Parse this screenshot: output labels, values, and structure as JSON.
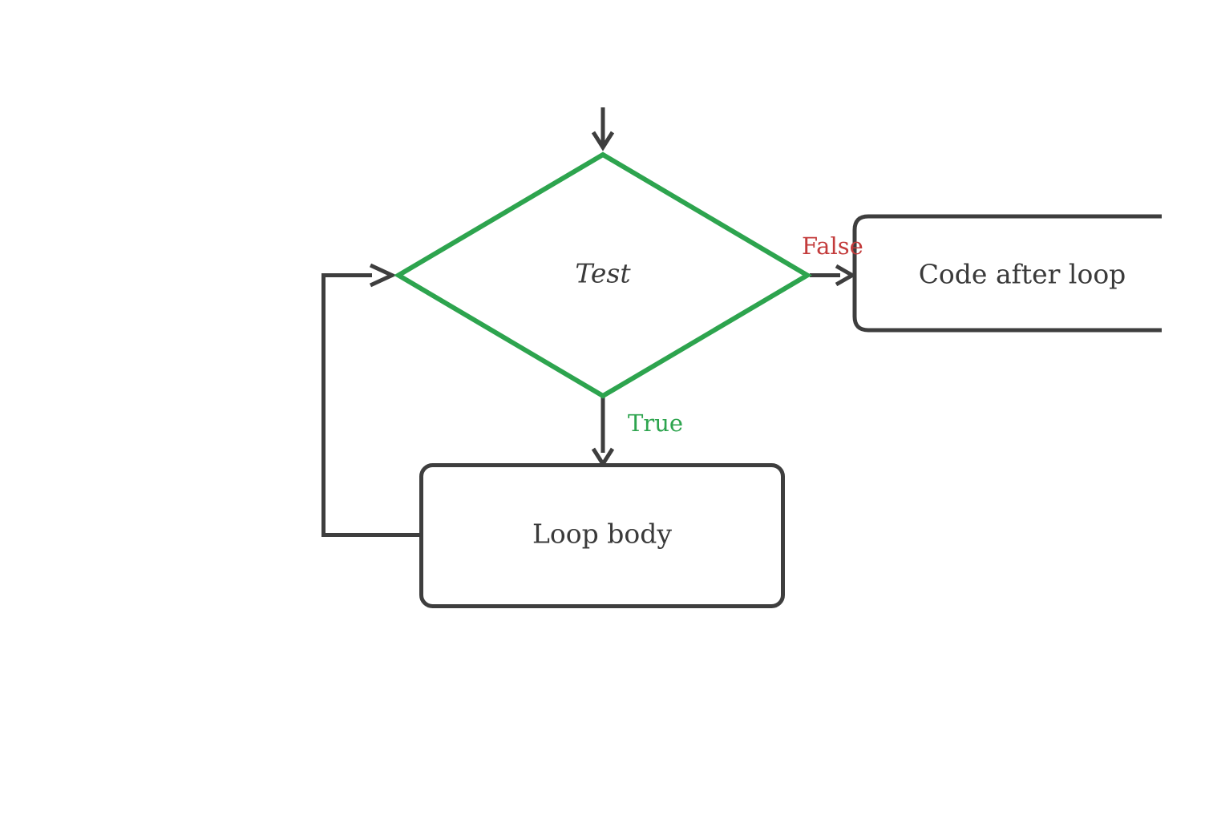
{
  "colors": {
    "line": "#3e3e3e",
    "text": "#3a3a3a",
    "green": "#2da44e",
    "red": "#c33b3b",
    "node_fill": "#ffffff",
    "background": "#ffffff"
  },
  "diagram": {
    "type": "flowchart",
    "decision": {
      "label": "Test",
      "shape": "diamond",
      "border_color": "#2da44e"
    },
    "branches": {
      "true": {
        "label": "True",
        "color": "#2da44e",
        "target": "Loop body"
      },
      "false": {
        "label": "False",
        "color": "#c33b3b",
        "target": "Code after loop"
      }
    },
    "loop_body": {
      "label": "Loop body",
      "shape": "rounded-rect"
    },
    "code_after_loop": {
      "label": "Code after loop",
      "shape": "rounded-rect-clipped-right"
    },
    "edges": {
      "entry": "arrow into top of decision",
      "loopback": "from left of Loop body back to left of decision"
    }
  }
}
